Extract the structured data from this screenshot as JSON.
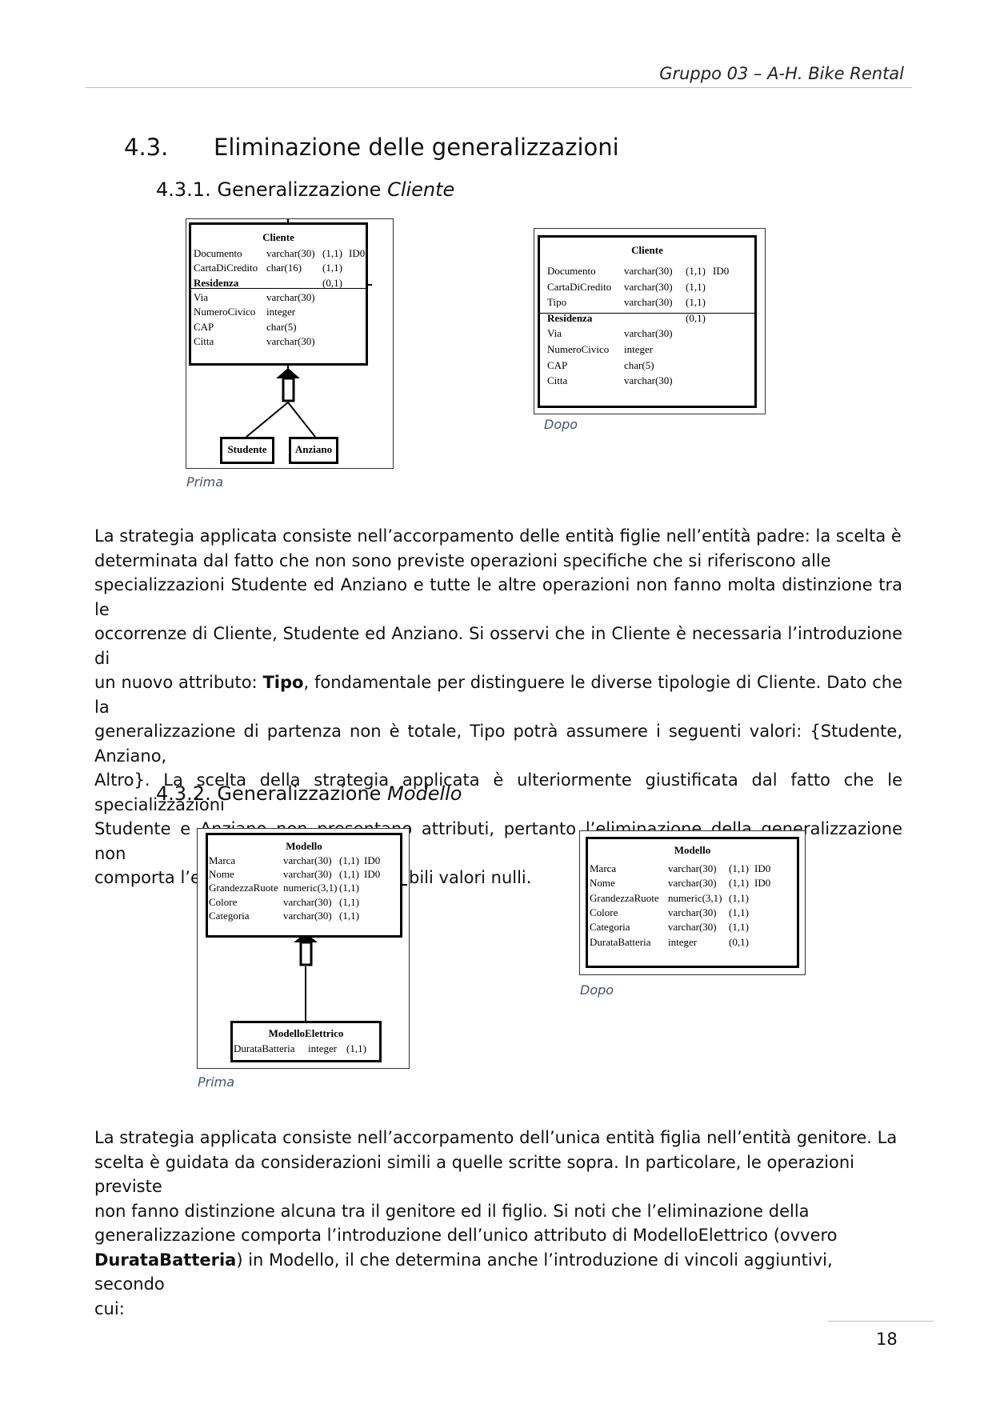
{
  "header": {
    "text": "Gruppo 03 – A-H. Bike Rental"
  },
  "section": {
    "number": "4.3.",
    "title": "Eliminazione delle generalizzazioni"
  },
  "sub1": {
    "number": "4.3.1.",
    "title_plain": "Generalizzazione ",
    "title_italic": "Cliente"
  },
  "sub2": {
    "number": "4.3.2.",
    "title_plain": "Generalizzazione ",
    "title_italic": "Modello"
  },
  "fig_cliente_before": {
    "caption": "Prima",
    "entity": "Cliente",
    "rows": [
      {
        "name": "Documento",
        "type": "varchar(30)",
        "card": "(1,1)",
        "key": "ID0"
      },
      {
        "name": "CartaDiCredito",
        "type": "char(16)",
        "card": "(1,1)",
        "key": ""
      },
      {
        "name": "Residenza",
        "type": "",
        "card": "(0,1)",
        "key": ""
      },
      {
        "name": "Via",
        "type": "varchar(30)",
        "card": "",
        "key": ""
      },
      {
        "name": "NumeroCivico",
        "type": "integer",
        "card": "",
        "key": ""
      },
      {
        "name": "CAP",
        "type": "char(5)",
        "card": "",
        "key": ""
      },
      {
        "name": "Citta",
        "type": "varchar(30)",
        "card": "",
        "key": ""
      }
    ],
    "children": [
      "Studente",
      "Anziano"
    ]
  },
  "fig_cliente_after": {
    "caption": "Dopo",
    "entity": "Cliente",
    "rows": [
      {
        "name": "Documento",
        "type": "varchar(30)",
        "card": "(1,1)",
        "key": "ID0"
      },
      {
        "name": "CartaDiCredito",
        "type": "varchar(30)",
        "card": "(1,1)",
        "key": ""
      },
      {
        "name": "Tipo",
        "type": "varchar(30)",
        "card": "(1,1)",
        "key": ""
      },
      {
        "name": "Residenza",
        "type": "",
        "card": "(0,1)",
        "key": ""
      },
      {
        "name": "Via",
        "type": "varchar(30)",
        "card": "",
        "key": ""
      },
      {
        "name": "NumeroCivico",
        "type": "integer",
        "card": "",
        "key": ""
      },
      {
        "name": "CAP",
        "type": "char(5)",
        "card": "",
        "key": ""
      },
      {
        "name": "Citta",
        "type": "varchar(30)",
        "card": "",
        "key": ""
      }
    ]
  },
  "para1": [
    "La strategia applicata consiste nell’accorpamento delle entità figlie nell’entità padre: la scelta è",
    "determinata dal fatto che non sono previste operazioni specifiche che si riferiscono alle",
    "specializzazioni Studente ed Anziano e tutte le altre operazioni non fanno molta distinzione tra le",
    "occorrenze di Cliente, Studente ed Anziano. Si osservi che in Cliente è necessaria l’introduzione di",
    "un nuovo attributo: ",
    "Tipo",
    ", fondamentale per distinguere le diverse tipologie di Cliente. Dato che la",
    "generalizzazione di partenza non è totale, Tipo potrà assumere i seguenti valori: {Studente, Anziano,",
    "Altro}. La scelta della strategia applicata è ulteriormente giustificata dal fatto che le specializzazioni",
    "Studente e Anziano non presentano attributi, pertanto l’eliminazione della generalizzazione non",
    "comporta l’effetto collaterale di possibili valori nulli."
  ],
  "fig_modello_before": {
    "caption": "Prima",
    "entity": "Modello",
    "rows": [
      {
        "name": "Marca",
        "type": "varchar(30)",
        "card": "(1,1)",
        "key": "ID0"
      },
      {
        "name": "Nome",
        "type": "varchar(30)",
        "card": "(1,1)",
        "key": "ID0"
      },
      {
        "name": "GrandezzaRuote",
        "type": "numeric(3,1)",
        "card": "(1,1)",
        "key": ""
      },
      {
        "name": "Colore",
        "type": "varchar(30)",
        "card": "(1,1)",
        "key": ""
      },
      {
        "name": "Categoria",
        "type": "varchar(30)",
        "card": "(1,1)",
        "key": ""
      }
    ],
    "child": "ModelloElettrico",
    "child_row": {
      "name": "DurataBatteria",
      "type": "integer",
      "card": "(1,1)"
    }
  },
  "fig_modello_after": {
    "caption": "Dopo",
    "entity": "Modello",
    "rows": [
      {
        "name": "Marca",
        "type": "varchar(30)",
        "card": "(1,1)",
        "key": "ID0"
      },
      {
        "name": "Nome",
        "type": "varchar(30)",
        "card": "(1,1)",
        "key": "ID0"
      },
      {
        "name": "GrandezzaRuote",
        "type": "numeric(3,1)",
        "card": "(1,1)",
        "key": ""
      },
      {
        "name": "Colore",
        "type": "varchar(30)",
        "card": "(1,1)",
        "key": ""
      },
      {
        "name": "Categoria",
        "type": "varchar(30)",
        "card": "(1,1)",
        "key": ""
      },
      {
        "name": "DurataBatteria",
        "type": "integer",
        "card": "(0,1)",
        "key": ""
      }
    ]
  },
  "para2": [
    "La strategia applicata consiste nell’accorpamento dell’unica entità figlia nell’entità genitore. La",
    "scelta è guidata da considerazioni simili a quelle scritte sopra. In particolare, le operazioni previste",
    "non fanno distinzione alcuna tra il genitore ed il figlio. Si noti che l’eliminazione della",
    "generalizzazione comporta l’introduzione dell’unico attributo di ModelloElettrico (ovvero",
    "DurataBatteria",
    ") in Modello, il che determina anche l’introduzione di vincoli aggiuntivi, secondo",
    "cui:"
  ],
  "footer": {
    "page_number": "18"
  }
}
